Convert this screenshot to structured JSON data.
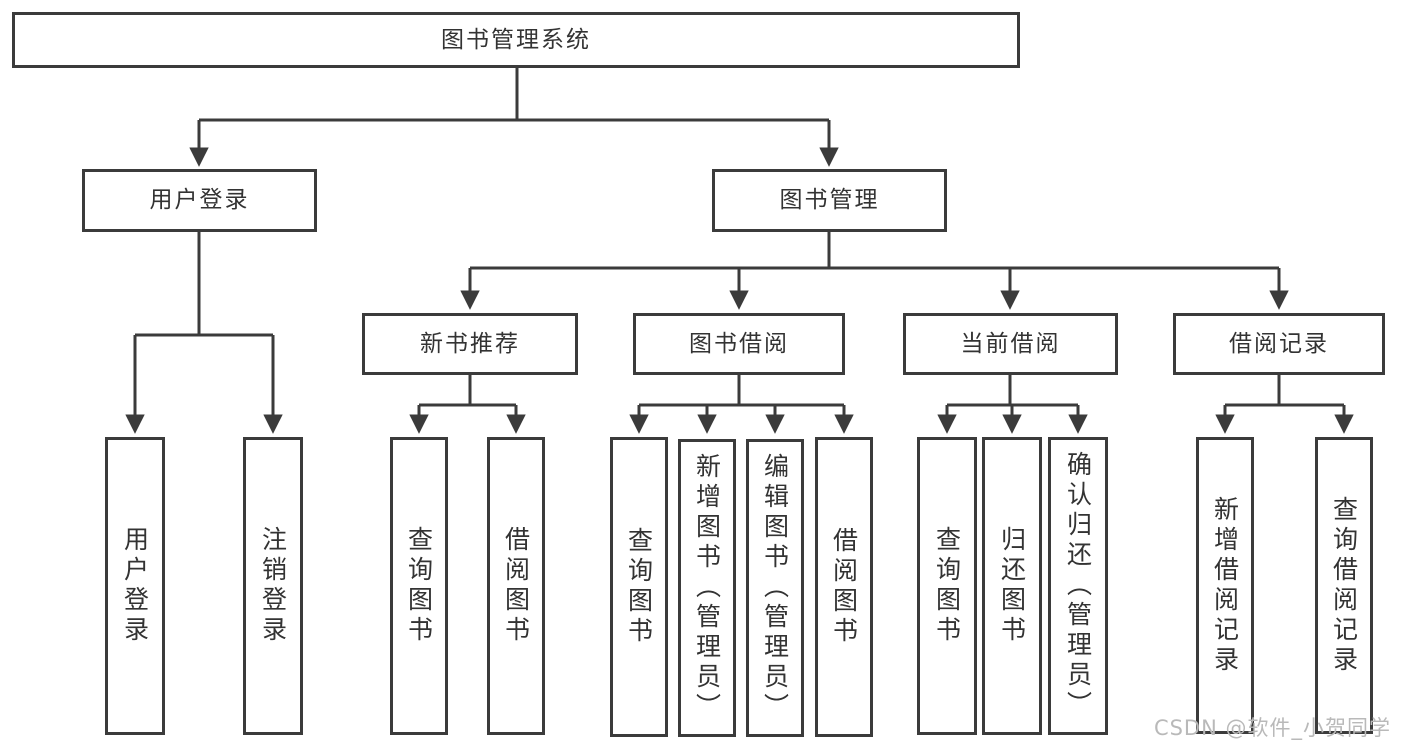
{
  "diagram_title": "图书管理系统",
  "nodes": {
    "root": "图书管理系统",
    "user_login": "用户登录",
    "book_mgmt": "图书管理",
    "leaf_user_login": "用户登录",
    "leaf_logout": "注销登录",
    "new_book_rec": "新书推荐",
    "book_borrow": "图书借阅",
    "current_borrow": "当前借阅",
    "borrow_records": "借阅记录",
    "nbr_query_books": "查询图书",
    "nbr_borrow_books": "借阅图书",
    "bb_query_books": "查询图书",
    "bb_add_books": "新增图书（管理员）",
    "bb_edit_books": "编辑图书（管理员）",
    "bb_borrow_books": "借阅图书",
    "cb_query_books": "查询图书",
    "cb_return_books": "归还图书",
    "cb_confirm_return": "确认归还（管理员）",
    "br_add_record": "新增借阅记录",
    "br_query_record": "查询借阅记录"
  },
  "watermark": "CSDN @软件_小贺同学",
  "colors": {
    "line": "#3b3b3b",
    "text": "#333333",
    "watermark": "#b9b9b9",
    "background": "#ffffff"
  }
}
